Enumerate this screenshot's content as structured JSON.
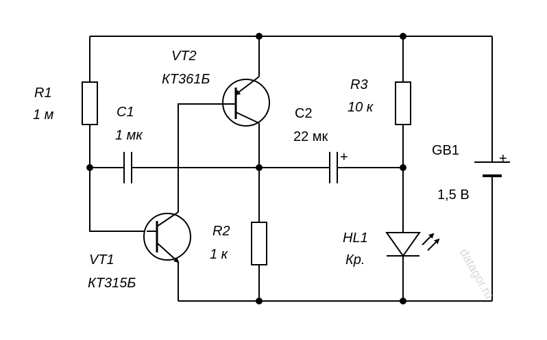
{
  "components": {
    "r1": {
      "ref": "R1",
      "value": "1 м"
    },
    "c1": {
      "ref": "C1",
      "value": "1 мк"
    },
    "vt2": {
      "ref": "VT2",
      "value": "КТ361Б"
    },
    "vt1": {
      "ref": "VT1",
      "value": "КТ315Б"
    },
    "r2": {
      "ref": "R2",
      "value": "1 к"
    },
    "c2": {
      "ref": "C2",
      "value": "22 мк",
      "polarity": "+"
    },
    "r3": {
      "ref": "R3",
      "value": "10 к"
    },
    "hl1": {
      "ref": "HL1",
      "value": "Кр."
    },
    "gb1": {
      "ref": "GB1",
      "value": "1,5 В",
      "polarity": "+"
    }
  },
  "watermark": "datagor.ru"
}
